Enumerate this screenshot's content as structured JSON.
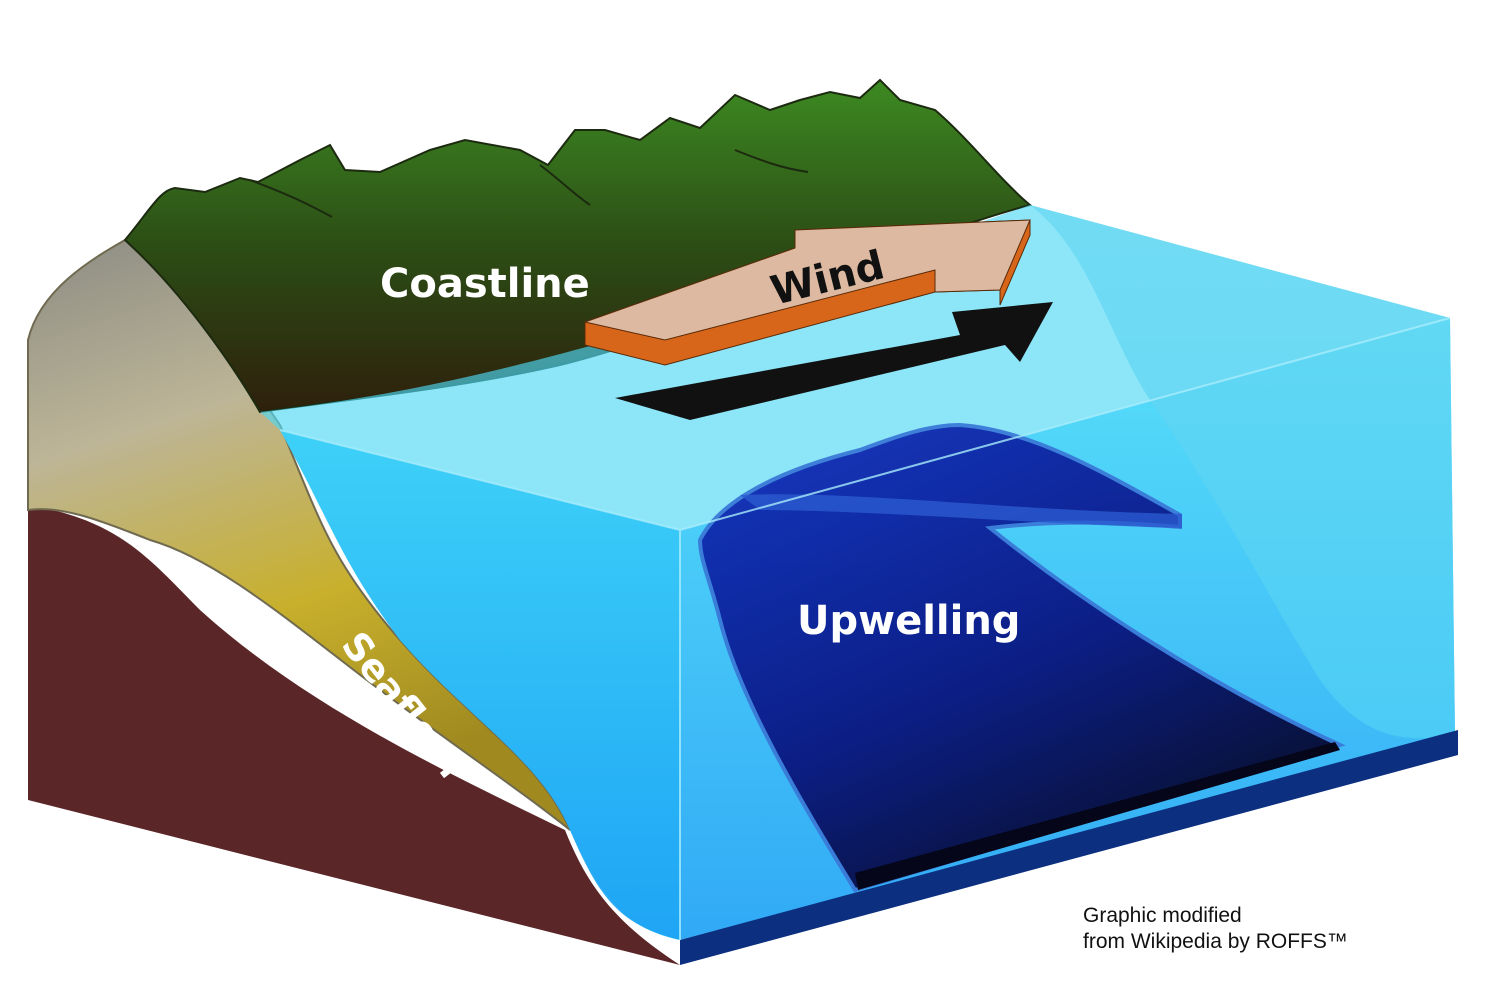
{
  "diagram": {
    "labels": {
      "coastline": "Coastline",
      "wind": "Wind",
      "upwelling": "Upwelling",
      "seafloor": "Seafloor"
    },
    "credit": {
      "line1": "Graphic modified",
      "line2": "from Wikipedia by ROFFS™"
    },
    "colors": {
      "land": "#2f6a1e",
      "seabed": "#5b2628",
      "sediment": "#c9b32c",
      "water": "#29c4f2",
      "upwelling": "#0a1a8a",
      "wind_arrow": "#dcb9a0",
      "wind_arrow_side": "#d8661a"
    }
  }
}
